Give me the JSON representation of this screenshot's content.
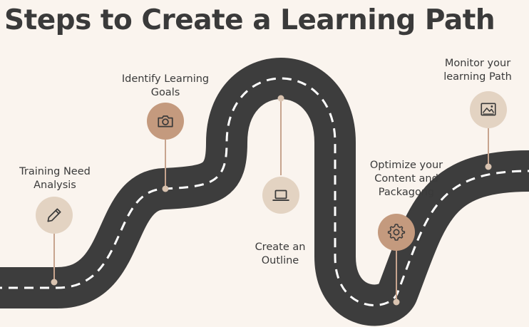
{
  "title": "Steps to Create a Learning Path",
  "colors": {
    "road": "#3d3d3d",
    "dash": "#ffffff",
    "light_circle": "#e3d3c2",
    "dark_circle": "#c49a7e",
    "stem": "#c7a48e",
    "background": "#faf4ee",
    "text": "#3a3a3a"
  },
  "steps": [
    {
      "label": "Training Need\nAnalysis",
      "icon": "pencil-icon"
    },
    {
      "label": "Identify Learning\nGoals",
      "icon": "camera-icon"
    },
    {
      "label": "Create an\nOutline",
      "icon": "laptop-icon"
    },
    {
      "label": "Optimize your\nContent and\nPackagong",
      "icon": "gear-icon"
    },
    {
      "label": "Monitor your\nlearning Path",
      "icon": "image-icon"
    }
  ]
}
